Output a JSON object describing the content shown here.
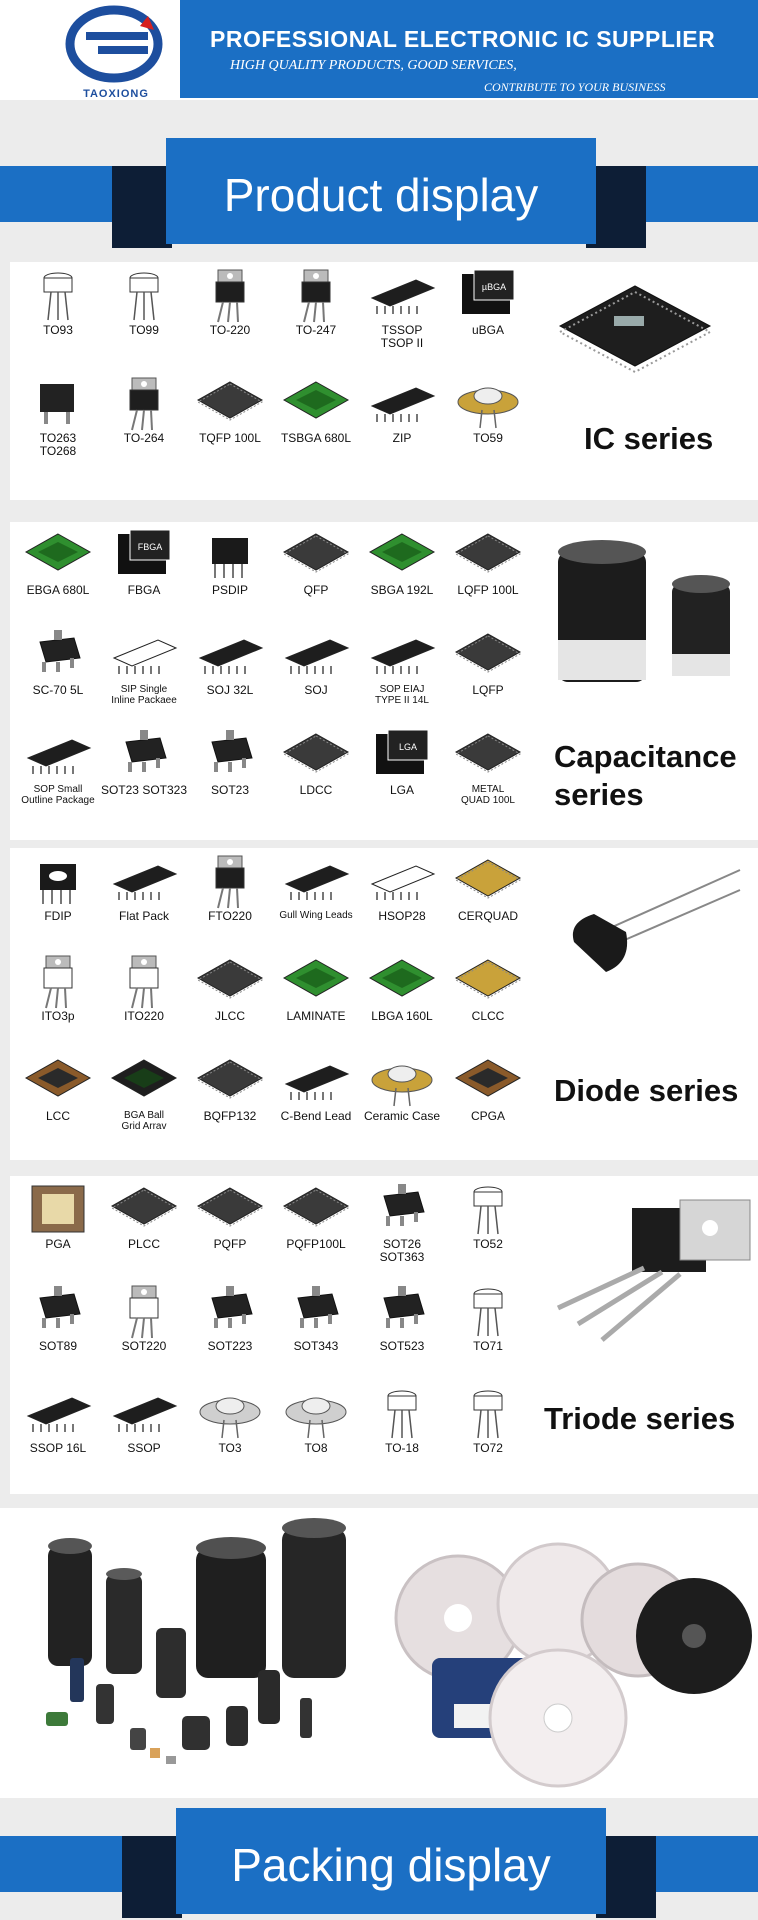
{
  "brand": {
    "logo_text": "TAOXIONG"
  },
  "header": {
    "title": "PROFESSIONAL ELECTRONIC IC SUPPLIER",
    "subtitle1": "HIGH QUALITY PRODUCTS, GOOD SERVICES,",
    "subtitle2": "CONTRIBUTE TO YOUR BUSINESS"
  },
  "banners": {
    "product": "Product display",
    "packing": "Packing display"
  },
  "colors": {
    "brand_blue": "#1b6fc4",
    "dark_navy": "#0d1e36",
    "chip_black": "#1e1e1e",
    "pcb_green": "#2f8f2f",
    "gold": "#c9a23a"
  },
  "sections": [
    {
      "series": "IC series",
      "items": [
        {
          "label": "TO93",
          "icon": "to-transistor-icon"
        },
        {
          "label": "TO99",
          "icon": "to-can-icon"
        },
        {
          "label": "TO-220",
          "icon": "to220-icon"
        },
        {
          "label": "TO-247",
          "icon": "to247-icon"
        },
        {
          "label": "TSSOP\nTSOP II",
          "icon": "tssop-icon"
        },
        {
          "label": "uBGA",
          "icon": "ubga-icon"
        },
        {
          "label": "TO263\nTO268",
          "icon": "to263-icon"
        },
        {
          "label": "TO-264",
          "icon": "to264-icon"
        },
        {
          "label": "TQFP 100L",
          "icon": "tqfp-icon"
        },
        {
          "label": "TSBGA 680L",
          "icon": "tsbga-icon"
        },
        {
          "label": "ZIP",
          "icon": "zip-icon"
        },
        {
          "label": "TO59",
          "icon": "to59-icon"
        }
      ]
    },
    {
      "series": "Capacitance\nseries",
      "items": [
        {
          "label": "EBGA 680L",
          "icon": "ebga-icon"
        },
        {
          "label": "FBGA",
          "icon": "fbga-icon"
        },
        {
          "label": "PSDIP",
          "icon": "psdip-icon"
        },
        {
          "label": "QFP",
          "icon": "qfp-icon"
        },
        {
          "label": "SBGA 192L",
          "icon": "sbga-icon"
        },
        {
          "label": "LQFP 100L",
          "icon": "lqfp-icon"
        },
        {
          "label": "SC-70 5L",
          "icon": "sc70-icon"
        },
        {
          "label": "SIP Single\nInline Packaee",
          "icon": "sip-icon"
        },
        {
          "label": "SOJ 32L",
          "icon": "soj32-icon"
        },
        {
          "label": "SOJ",
          "icon": "soj-icon"
        },
        {
          "label": "SOP EIAJ\nTYPE II 14L",
          "icon": "sop-eiaj-icon"
        },
        {
          "label": "LQFP",
          "icon": "lqfp-small-icon"
        },
        {
          "label": "SOP Small\nOutline Package",
          "icon": "sop-icon"
        },
        {
          "label": "SOT23 SOT323",
          "icon": "sot23-sot323-icon"
        },
        {
          "label": "SOT23",
          "icon": "sot23-icon"
        },
        {
          "label": "LDCC",
          "icon": "ldcc-icon"
        },
        {
          "label": "LGA",
          "icon": "lga-icon"
        },
        {
          "label": "METAL\nQUAD 100L",
          "icon": "metal-quad-icon"
        }
      ]
    },
    {
      "series": "Diode series",
      "items": [
        {
          "label": "FDIP",
          "icon": "fdip-icon"
        },
        {
          "label": "Flat Pack",
          "icon": "flat-pack-icon"
        },
        {
          "label": "FTO220",
          "icon": "fto220-icon"
        },
        {
          "label": "Gull Wing Leads",
          "icon": "gull-wing-icon"
        },
        {
          "label": "HSOP28",
          "icon": "hsop28-icon"
        },
        {
          "label": "CERQUAD",
          "icon": "cerquad-icon"
        },
        {
          "label": "ITO3p",
          "icon": "ito3p-icon"
        },
        {
          "label": "ITO220",
          "icon": "ito220-icon"
        },
        {
          "label": "JLCC",
          "icon": "jlcc-icon"
        },
        {
          "label": "LAMINATE",
          "icon": "laminate-icon"
        },
        {
          "label": "LBGA 160L",
          "icon": "lbga-icon"
        },
        {
          "label": "CLCC",
          "icon": "clcc-icon"
        },
        {
          "label": "LCC",
          "icon": "lcc-icon"
        },
        {
          "label": "BGA Ball\nGrid Arrav",
          "icon": "bga-icon"
        },
        {
          "label": "BQFP132",
          "icon": "bqfp-icon"
        },
        {
          "label": "C-Bend Lead",
          "icon": "c-bend-icon"
        },
        {
          "label": "Ceramic Case",
          "icon": "ceramic-case-icon"
        },
        {
          "label": "CPGA",
          "icon": "cpga-icon"
        }
      ]
    },
    {
      "series": "Triode series",
      "items": [
        {
          "label": "PGA",
          "icon": "pga-icon"
        },
        {
          "label": "PLCC",
          "icon": "plcc-icon"
        },
        {
          "label": "PQFP",
          "icon": "pqfp-icon"
        },
        {
          "label": "PQFP100L",
          "icon": "pqfp100l-icon"
        },
        {
          "label": "SOT26\nSOT363",
          "icon": "sot26-icon"
        },
        {
          "label": "TO52",
          "icon": "to52-icon"
        },
        {
          "label": "SOT89",
          "icon": "sot89-icon"
        },
        {
          "label": "SOT220",
          "icon": "sot220-icon"
        },
        {
          "label": "SOT223",
          "icon": "sot223-icon"
        },
        {
          "label": "SOT343",
          "icon": "sot343-icon"
        },
        {
          "label": "SOT523",
          "icon": "sot523-icon"
        },
        {
          "label": "TO71",
          "icon": "to71-icon"
        },
        {
          "label": "SSOP 16L",
          "icon": "ssop16l-icon"
        },
        {
          "label": "SSOP",
          "icon": "ssop-icon"
        },
        {
          "label": "TO3",
          "icon": "to3-icon"
        },
        {
          "label": "TO8",
          "icon": "to8-icon"
        },
        {
          "label": "TO-18",
          "icon": "to18-icon"
        },
        {
          "label": "TO72",
          "icon": "to72-icon"
        }
      ]
    }
  ]
}
